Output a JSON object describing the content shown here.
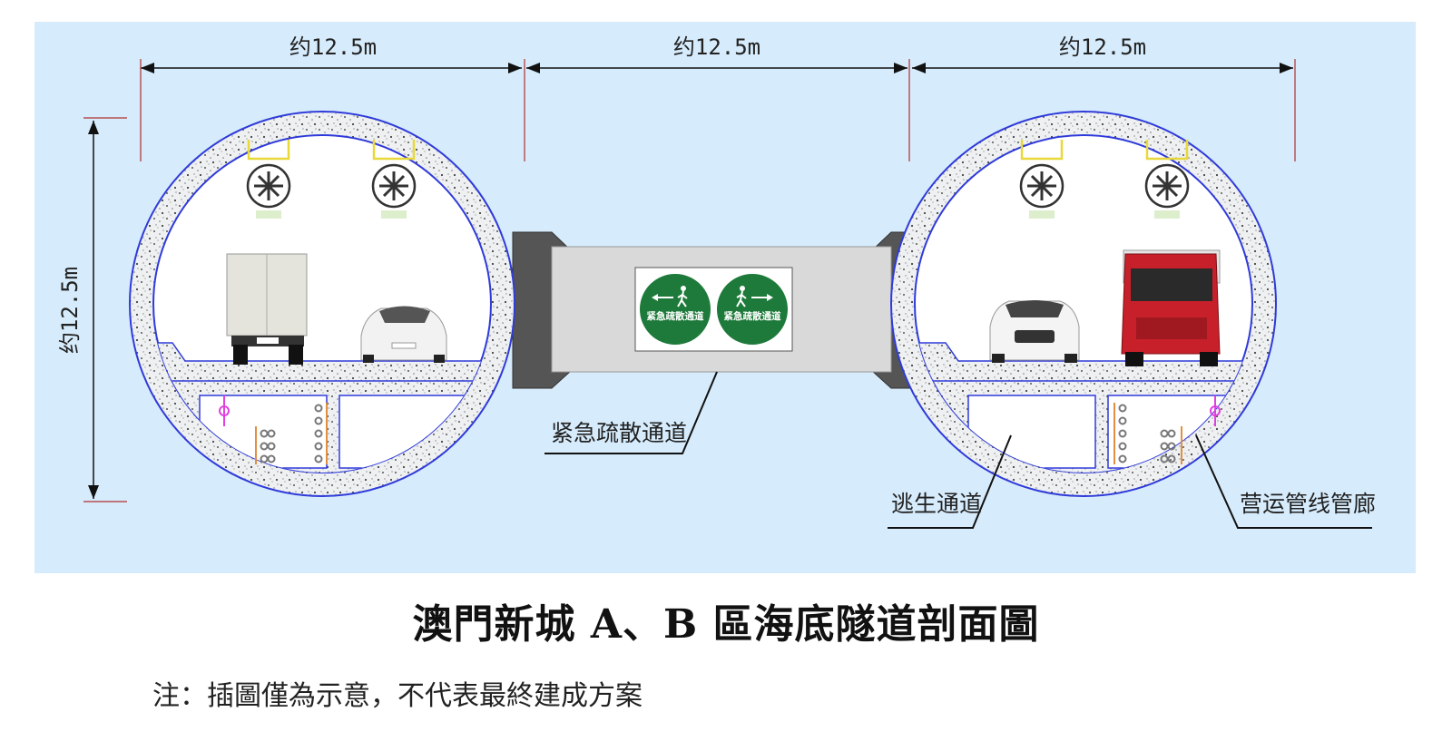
{
  "diagram": {
    "dimension_labels": {
      "width_left": "约12.5m",
      "width_middle": "约12.5m",
      "width_right": "约12.5m",
      "height": "约12.5m"
    },
    "sign": {
      "left": "紧急疏散通道",
      "right": "紧急疏散通道"
    },
    "callouts": {
      "evacuation_passage": "紧急疏散通道",
      "escape_passage": "逃生通道",
      "utility_gallery": "营运管线管廊"
    },
    "vehicles": {
      "truck_plate": "",
      "car_plate": ""
    },
    "colors": {
      "background": "#d6ebfb",
      "ring_outline": "#2f3bd9",
      "concrete": "#eef0f2",
      "sign_green": "#1e7a3a",
      "truck_red": "#c8202a",
      "dimension_red": "#b03030"
    }
  },
  "title": "澳門新城 A、B 區海底隧道剖面圖",
  "note": "注：插圖僅為示意，不代表最終建成方案"
}
